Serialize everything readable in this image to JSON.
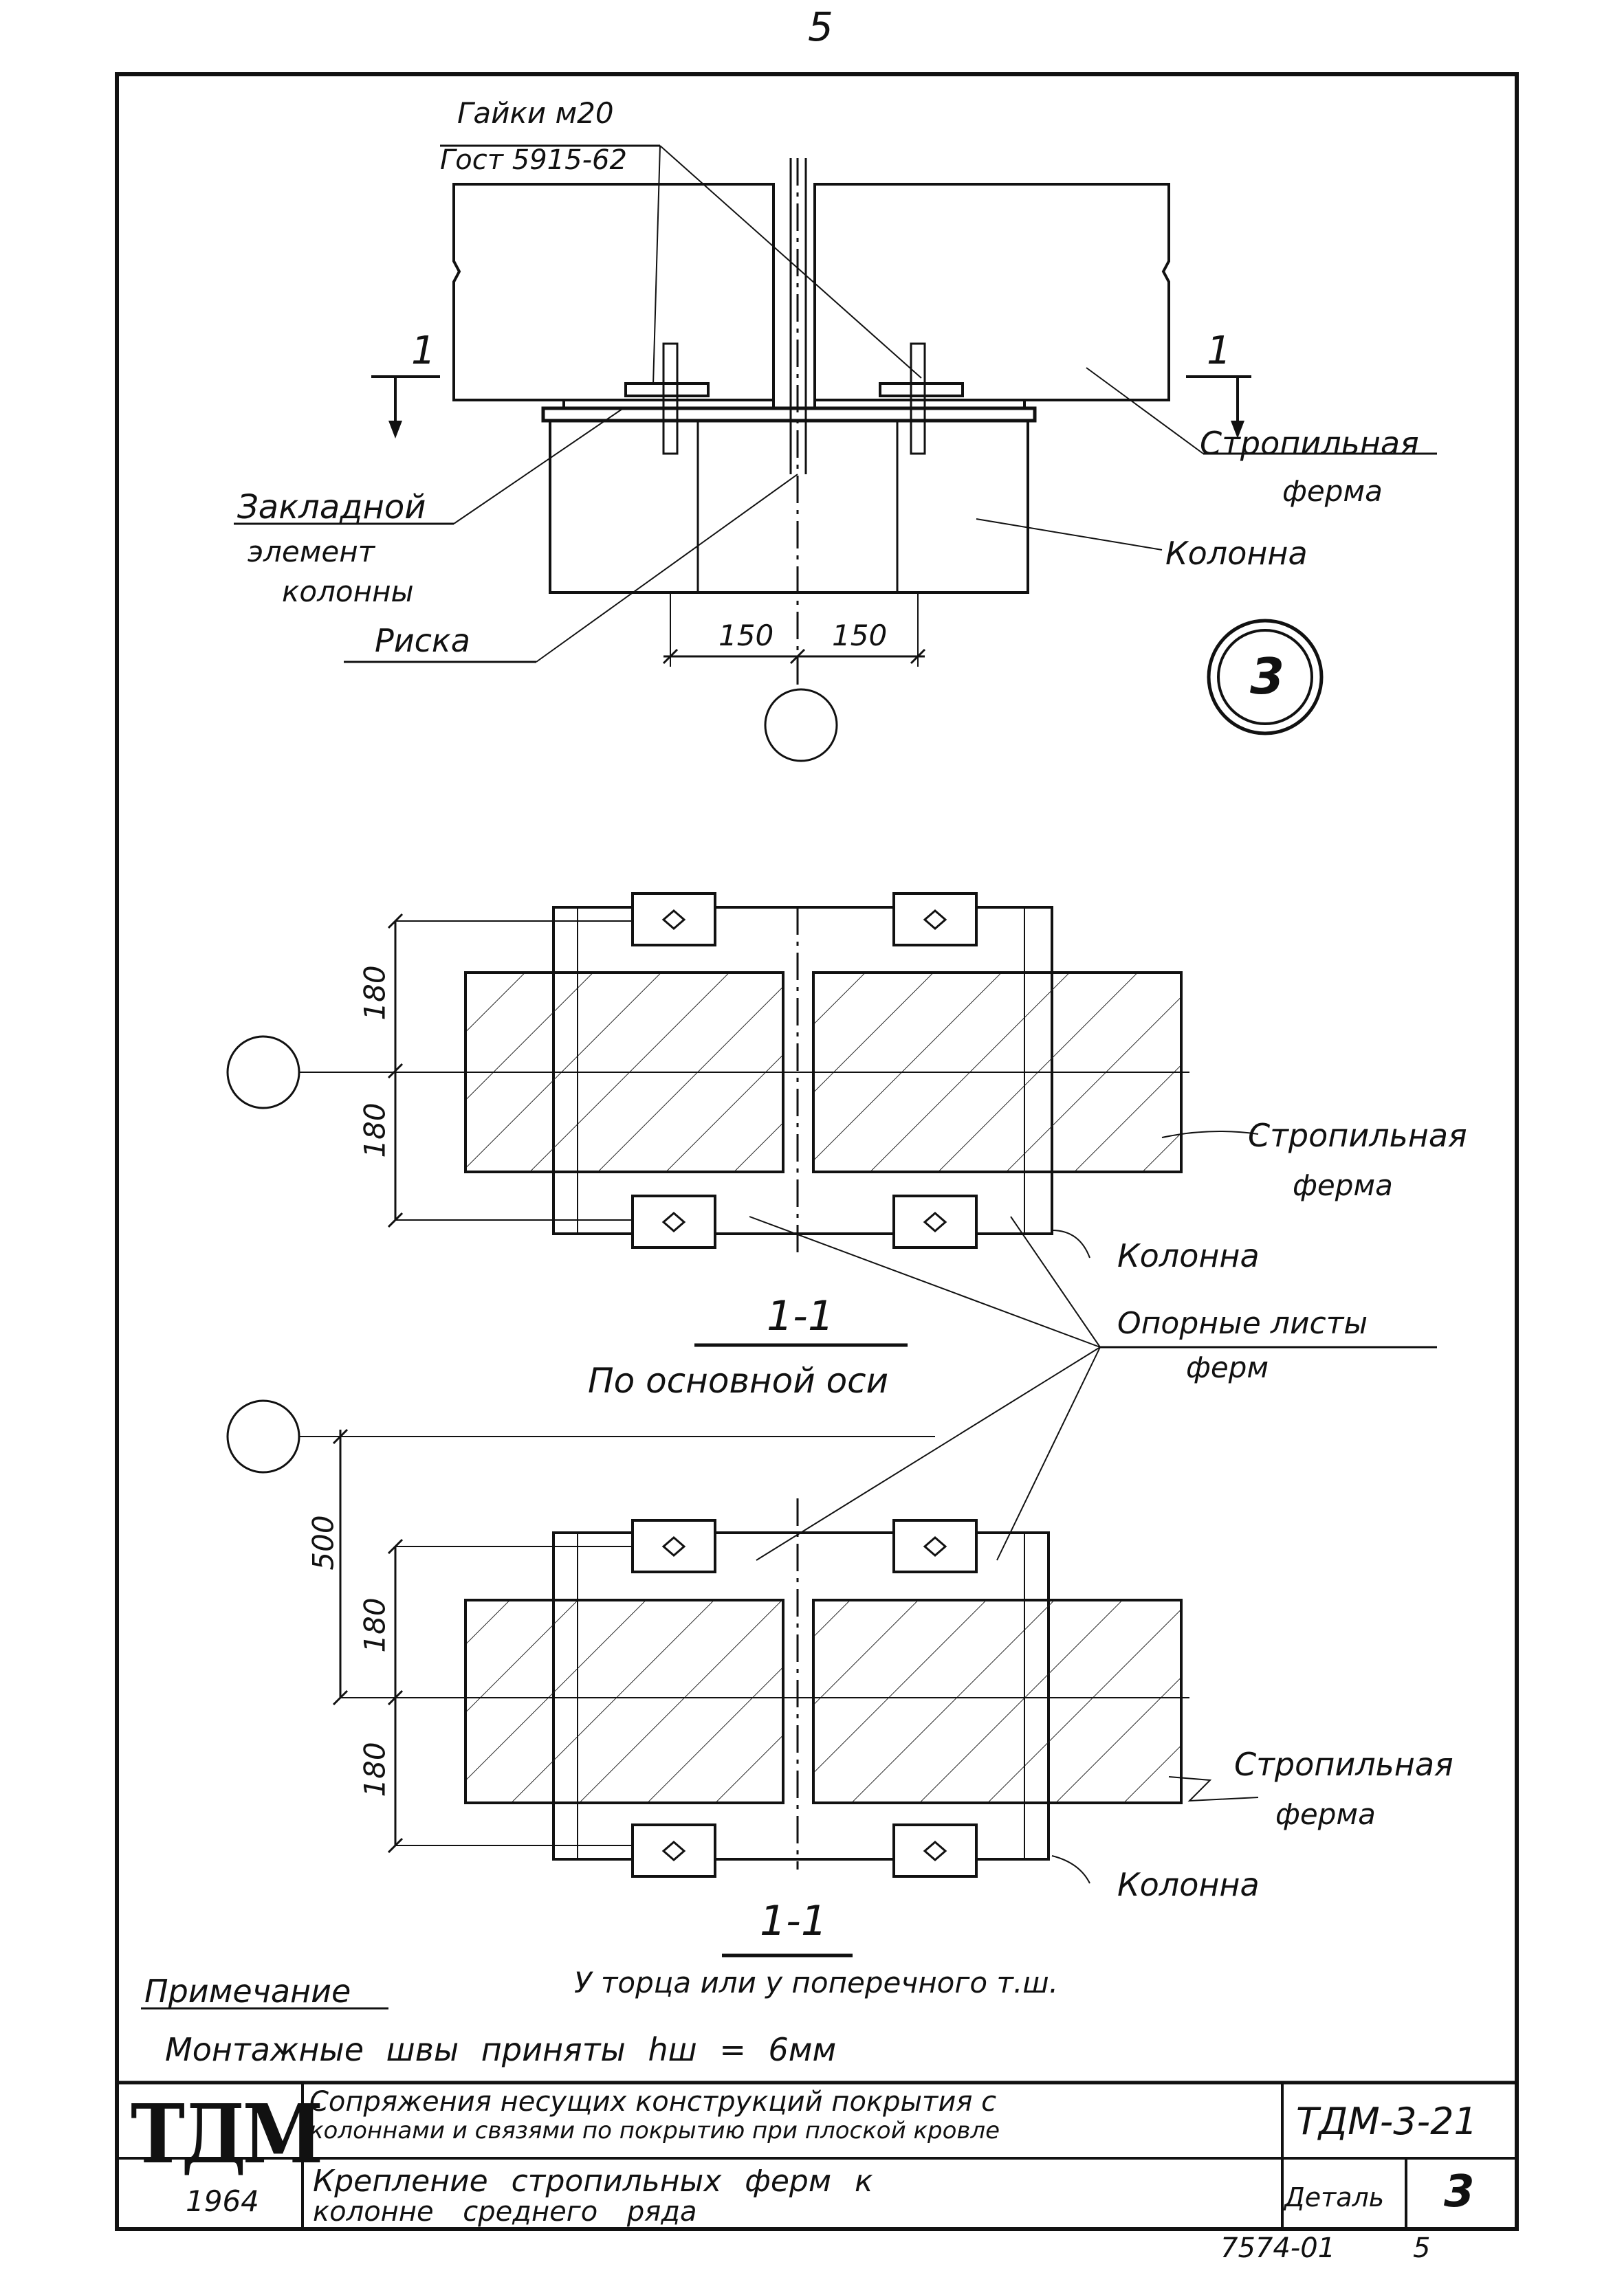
{
  "page_number_top": "5",
  "detail": {
    "callout_number": "3",
    "labels": {
      "nuts_line1": "Гайки м20",
      "nuts_line2": "Гост 5915-62",
      "section_mark_left": "1",
      "section_mark_right": "1",
      "truss_top": "Стропильная",
      "truss_top2": "ферма",
      "embedded_line1": "Закладной",
      "embedded_line2": "элемент",
      "embedded_line3": "колонны",
      "column_top": "Колонна",
      "mark_line": "Риска",
      "dim_left": "150",
      "dim_right": "150"
    }
  },
  "section_a": {
    "dim_upper": "180",
    "dim_lower": "180",
    "truss_label1": "Стропильная",
    "truss_label2": "ферма",
    "column_label": "Колонна",
    "support_label1": "Опорные листы",
    "support_label2": "ферм",
    "title": "1-1",
    "subtitle": "По основной оси"
  },
  "section_b": {
    "dim_500": "500",
    "dim_upper": "180",
    "dim_lower": "180",
    "truss_label1": "Стропильная",
    "truss_label2": "ферма",
    "column_label": "Колонна",
    "title": "1-1",
    "subtitle": "У торца или у поперечного т.ш."
  },
  "note": {
    "heading": "Примечание",
    "text": "Монтажные швы приняты hш = 6мм"
  },
  "title_block": {
    "logo": "ТДМ",
    "year": "1964",
    "description_line1": "Сопряжения несущих конструкций покрытия с",
    "description_line2": "колоннами и связями по покрытию при плоской кровле",
    "drawing_code": "ТДМ-3-21",
    "sheet_title_line1": "Крепление стропильных ферм к",
    "sheet_title_line2": "колонне среднего ряда",
    "detail_label": "Деталь",
    "detail_number": "3",
    "archive_number": "7574-01",
    "archive_page": "5"
  }
}
